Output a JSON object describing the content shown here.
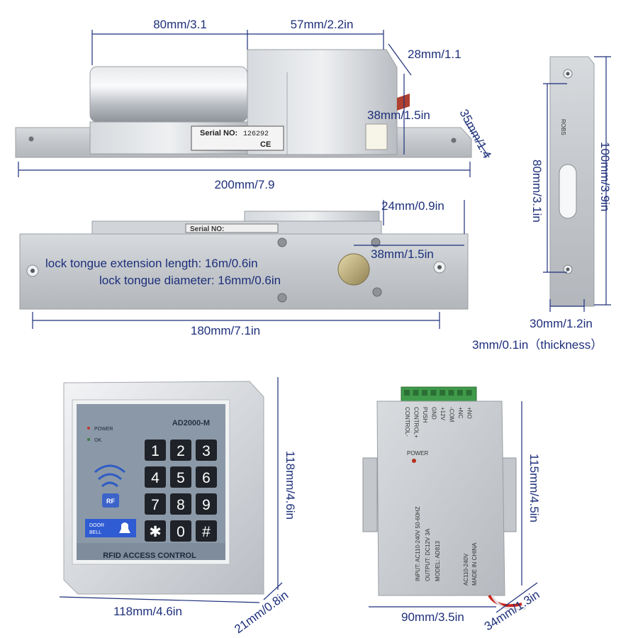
{
  "colors": {
    "dimension": "#1d2f7a",
    "metal": "#c9ccd0",
    "keypad_face": "#8a98a8",
    "terminal": "#3f9a4a"
  },
  "bolt_top": {
    "serial_label": "Serial NO:",
    "serial_value": "126292",
    "ce_mark": "CE",
    "dim_body_length": "80mm/3.1",
    "dim_head_length": "57mm/2.2in",
    "dim_head_depth": "28mm/1.1",
    "dim_head_height": "38mm/1.5in",
    "dim_side_height": "35mm/1.4",
    "dim_total_length": "200mm/7.9"
  },
  "bolt_plate": {
    "serial_label": "Serial NO:",
    "dim_tongue_offset": "24mm/0.9in",
    "dim_tongue_spacing": "38mm/1.5in",
    "tongue_extension": "lock tongue extension length: 16m/0.6in",
    "tongue_diameter": "lock tongue diameter: 16mm/0.6in",
    "dim_hole_spacing": "180mm/7.1in"
  },
  "strike_plate": {
    "brand_text": "ROBS",
    "dim_hole_spacing": "80mm/3.1in",
    "dim_total_length": "100mm/3.9in",
    "dim_width": "30mm/1.2in",
    "thickness": "3mm/0.1in（thickness）"
  },
  "keypad": {
    "model": "AD2000-M",
    "power_label": "POWER",
    "ok_label": "OK",
    "rf_label": "RF",
    "doorbell_line1": "DOOR",
    "doorbell_line2": "BELL",
    "keys": [
      "1",
      "2",
      "3",
      "4",
      "5",
      "6",
      "7",
      "8",
      "9",
      "✱",
      "0",
      "#"
    ],
    "footer": "RFID ACCESS CONTROL",
    "dim_height": "118mm/4.6in",
    "dim_width": "118mm/4.6in",
    "dim_depth": "21mm/0.8in"
  },
  "power_supply": {
    "terminals": [
      "CONTROL-",
      "CONTROL+",
      "PUSH",
      "GND",
      "+12V",
      "-COM",
      "+NC",
      "+NO"
    ],
    "power_led_label": "POWER",
    "input_text": "INPUT: AC110-240V  50-60HZ",
    "output_text": "OUTPUT: DC12V  3A",
    "model_text": "MODEL: AD813",
    "ac_text": "AC110-240V",
    "origin_text": "MADE IN CHINA",
    "dim_height": "115mm/4.5in",
    "dim_width": "90mm/3.5in",
    "dim_depth": "34mm/1.3in"
  }
}
